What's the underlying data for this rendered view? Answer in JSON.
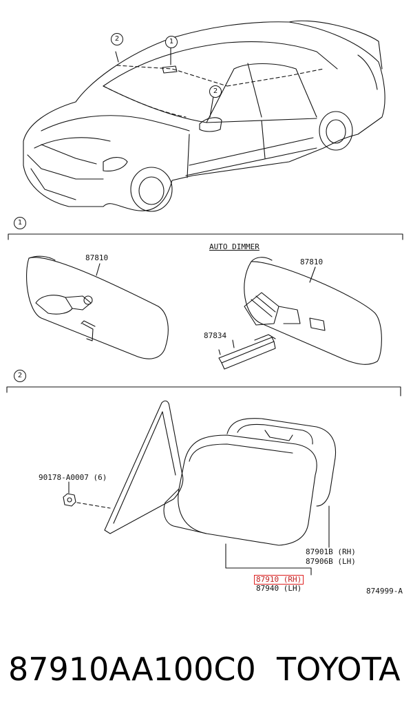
{
  "callouts": {
    "c1": "1",
    "c2": "2"
  },
  "section1": {
    "title": "AUTO DIMMER",
    "mirror_left": "87810",
    "mirror_right": "87810",
    "clip": "87834"
  },
  "section2": {
    "screw": "90178-A0007 (6)",
    "glass_rh": "87901B (RH)",
    "glass_lh": "87906B (LH)",
    "assy_rh": "87910 (RH)",
    "assy_lh": "87940 (LH)",
    "figure_ref": "874999-A"
  },
  "footer": {
    "part_number": "87910AA100C0",
    "brand": "TOYOTA"
  },
  "colors": {
    "highlight": "#e02020",
    "ink": "#111111"
  }
}
